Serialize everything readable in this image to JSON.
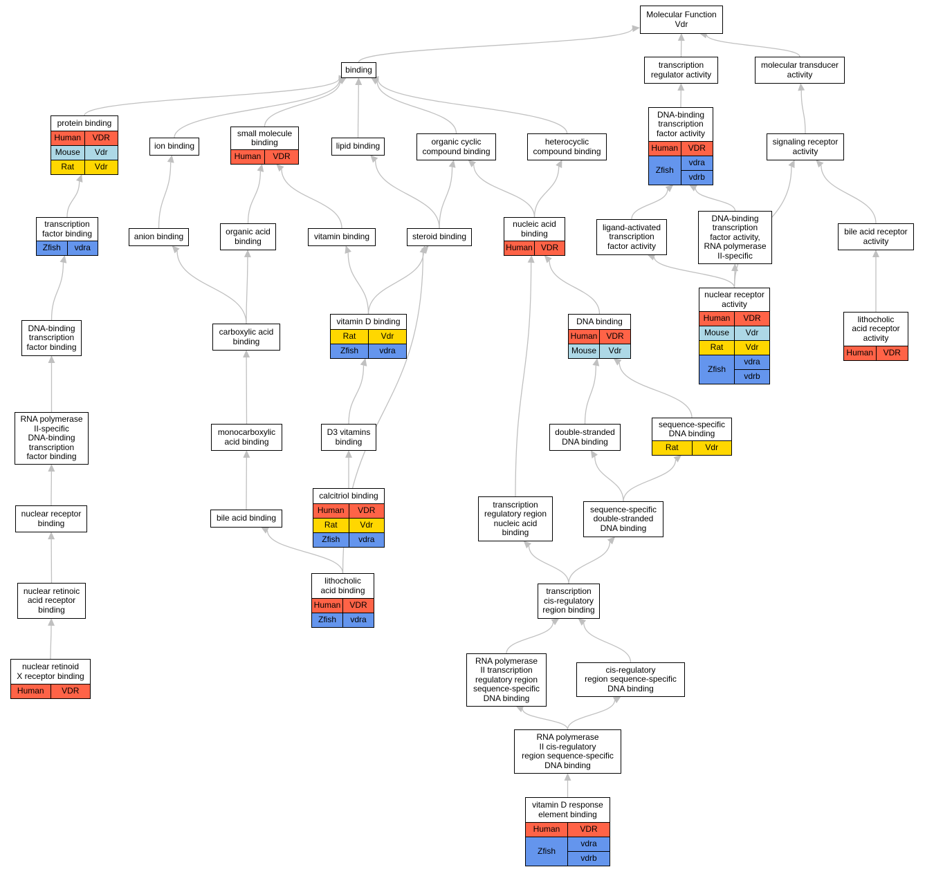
{
  "colors": {
    "Human": "#ff6347",
    "Mouse": "#add8e6",
    "Rat": "#ffd700",
    "Zfish": "#6495ed",
    "edge": "#c0c0c0"
  },
  "nodes": [
    {
      "id": "mf",
      "title": "Molecular Function\nVdr",
      "rows": []
    },
    {
      "id": "binding",
      "title": "binding",
      "rows": []
    },
    {
      "id": "tra",
      "title": "transcription\nregulator activity",
      "rows": []
    },
    {
      "id": "mta",
      "title": "molecular transducer\nactivity",
      "rows": []
    },
    {
      "id": "protein",
      "title": "protein binding",
      "rows": [
        {
          "sp": "Human",
          "genes": [
            "VDR"
          ]
        },
        {
          "sp": "Mouse",
          "genes": [
            "Vdr"
          ]
        },
        {
          "sp": "Rat",
          "genes": [
            "Vdr"
          ]
        }
      ]
    },
    {
      "id": "ion",
      "title": "ion binding",
      "rows": []
    },
    {
      "id": "smallmol",
      "title": "small molecule\nbinding",
      "rows": [
        {
          "sp": "Human",
          "genes": [
            "VDR"
          ]
        }
      ]
    },
    {
      "id": "lipid",
      "title": "lipid binding",
      "rows": []
    },
    {
      "id": "orgcyc",
      "title": "organic cyclic\ncompound binding",
      "rows": []
    },
    {
      "id": "hetcyc",
      "title": "heterocyclic\ncompound binding",
      "rows": []
    },
    {
      "id": "dbtfa",
      "title": "DNA-binding\ntranscription\nfactor activity",
      "rows": [
        {
          "sp": "Human",
          "genes": [
            "VDR"
          ]
        },
        {
          "sp": "Zfish",
          "genes": [
            "vdra",
            "vdrb"
          ]
        }
      ]
    },
    {
      "id": "sra",
      "title": "signaling receptor\nactivity",
      "rows": []
    },
    {
      "id": "tfb",
      "title": "transcription\nfactor binding",
      "rows": [
        {
          "sp": "Zfish",
          "genes": [
            "vdra"
          ]
        }
      ]
    },
    {
      "id": "anion",
      "title": "anion binding",
      "rows": []
    },
    {
      "id": "orgacid",
      "title": "organic acid\nbinding",
      "rows": []
    },
    {
      "id": "vitamin",
      "title": "vitamin binding",
      "rows": []
    },
    {
      "id": "steroid",
      "title": "steroid binding",
      "rows": []
    },
    {
      "id": "nucacid",
      "title": "nucleic acid\nbinding",
      "rows": [
        {
          "sp": "Human",
          "genes": [
            "VDR"
          ]
        }
      ]
    },
    {
      "id": "latfa",
      "title": "ligand-activated\ntranscription\nfactor activity",
      "rows": []
    },
    {
      "id": "dbtfapol",
      "title": "DNA-binding\ntranscription\nfactor activity,\nRNA polymerase\nII-specific",
      "rows": []
    },
    {
      "id": "bara",
      "title": "bile acid receptor\nactivity",
      "rows": []
    },
    {
      "id": "dbtfb",
      "title": "DNA-binding\ntranscription\nfactor binding",
      "rows": []
    },
    {
      "id": "carbox",
      "title": "carboxylic acid\nbinding",
      "rows": []
    },
    {
      "id": "vitd",
      "title": "vitamin D binding",
      "rows": [
        {
          "sp": "Rat",
          "genes": [
            "Vdr"
          ]
        },
        {
          "sp": "Zfish",
          "genes": [
            "vdra"
          ]
        }
      ]
    },
    {
      "id": "dna",
      "title": "DNA binding",
      "rows": [
        {
          "sp": "Human",
          "genes": [
            "VDR"
          ]
        },
        {
          "sp": "Mouse",
          "genes": [
            "Vdr"
          ]
        }
      ]
    },
    {
      "id": "nra",
      "title": "nuclear receptor\nactivity",
      "rows": [
        {
          "sp": "Human",
          "genes": [
            "VDR"
          ]
        },
        {
          "sp": "Mouse",
          "genes": [
            "Vdr"
          ]
        },
        {
          "sp": "Rat",
          "genes": [
            "Vdr"
          ]
        },
        {
          "sp": "Zfish",
          "genes": [
            "vdra",
            "vdrb"
          ]
        }
      ]
    },
    {
      "id": "lcara",
      "title": "lithocholic\nacid receptor\nactivity",
      "rows": [
        {
          "sp": "Human",
          "genes": [
            "VDR"
          ]
        }
      ]
    },
    {
      "id": "rnapol2",
      "title": "RNA polymerase\nII-specific\nDNA-binding\ntranscription\nfactor binding",
      "rows": []
    },
    {
      "id": "monocarb",
      "title": "monocarboxylic\nacid binding",
      "rows": []
    },
    {
      "id": "d3",
      "title": "D3 vitamins\nbinding",
      "rows": []
    },
    {
      "id": "dsdna",
      "title": "double-stranded\nDNA binding",
      "rows": []
    },
    {
      "id": "ssdna",
      "title": "sequence-specific\nDNA binding",
      "rows": [
        {
          "sp": "Rat",
          "genes": [
            "Vdr"
          ]
        }
      ]
    },
    {
      "id": "calcitriol",
      "title": "calcitriol binding",
      "rows": [
        {
          "sp": "Human",
          "genes": [
            "VDR"
          ]
        },
        {
          "sp": "Rat",
          "genes": [
            "Vdr"
          ]
        },
        {
          "sp": "Zfish",
          "genes": [
            "vdra"
          ]
        }
      ]
    },
    {
      "id": "nrb",
      "title": "nuclear receptor\nbinding",
      "rows": []
    },
    {
      "id": "bileacid",
      "title": "bile acid binding",
      "rows": []
    },
    {
      "id": "trrna",
      "title": "transcription\nregulatory region\nnucleic acid\nbinding",
      "rows": []
    },
    {
      "id": "ssds",
      "title": "sequence-specific\ndouble-stranded\nDNA binding",
      "rows": []
    },
    {
      "id": "lithob",
      "title": "lithocholic\nacid binding",
      "rows": [
        {
          "sp": "Human",
          "genes": [
            "VDR"
          ]
        },
        {
          "sp": "Zfish",
          "genes": [
            "vdra"
          ]
        }
      ]
    },
    {
      "id": "nrarb",
      "title": "nuclear retinoic\nacid receptor\nbinding",
      "rows": []
    },
    {
      "id": "tcrrb",
      "title": "transcription\ncis-regulatory\nregion binding",
      "rows": []
    },
    {
      "id": "nrxrb",
      "title": "nuclear retinoid\nX receptor binding",
      "rows": [
        {
          "sp": "Human",
          "genes": [
            "VDR"
          ]
        }
      ]
    },
    {
      "id": "rnapol2trr",
      "title": "RNA polymerase\nII transcription\nregulatory region\nsequence-specific\nDNA binding",
      "rows": []
    },
    {
      "id": "crrss",
      "title": "cis-regulatory\nregion sequence-specific\nDNA binding",
      "rows": []
    },
    {
      "id": "rnapol2cis",
      "title": "RNA polymerase\nII cis-regulatory\nregion sequence-specific\nDNA binding",
      "rows": []
    },
    {
      "id": "vdre",
      "title": "vitamin D response\nelement binding",
      "rows": [
        {
          "sp": "Human",
          "genes": [
            "VDR"
          ]
        },
        {
          "sp": "Zfish",
          "genes": [
            "vdra",
            "vdrb"
          ]
        }
      ]
    }
  ],
  "edges": [
    [
      "binding",
      "mf"
    ],
    [
      "tra",
      "mf"
    ],
    [
      "mta",
      "mf"
    ],
    [
      "protein",
      "binding"
    ],
    [
      "ion",
      "binding"
    ],
    [
      "smallmol",
      "binding"
    ],
    [
      "lipid",
      "binding"
    ],
    [
      "orgcyc",
      "binding"
    ],
    [
      "hetcyc",
      "binding"
    ],
    [
      "dbtfa",
      "tra"
    ],
    [
      "sra",
      "mta"
    ],
    [
      "tfb",
      "protein"
    ],
    [
      "anion",
      "ion"
    ],
    [
      "orgacid",
      "smallmol"
    ],
    [
      "vitamin",
      "smallmol"
    ],
    [
      "steroid",
      "lipid"
    ],
    [
      "steroid",
      "orgcyc"
    ],
    [
      "nucacid",
      "orgcyc"
    ],
    [
      "nucacid",
      "hetcyc"
    ],
    [
      "latfa",
      "dbtfa"
    ],
    [
      "dbtfapol",
      "dbtfa"
    ],
    [
      "bara",
      "sra"
    ],
    [
      "dbtfb",
      "tfb"
    ],
    [
      "carbox",
      "anion"
    ],
    [
      "carbox",
      "orgacid"
    ],
    [
      "vitd",
      "vitamin"
    ],
    [
      "vitd",
      "steroid"
    ],
    [
      "dna",
      "nucacid"
    ],
    [
      "nra",
      "latfa"
    ],
    [
      "nra",
      "dbtfapol"
    ],
    [
      "nra",
      "sra"
    ],
    [
      "lcara",
      "bara"
    ],
    [
      "rnapol2",
      "dbtfb"
    ],
    [
      "monocarb",
      "carbox"
    ],
    [
      "d3",
      "vitd"
    ],
    [
      "dsdna",
      "dna"
    ],
    [
      "ssdna",
      "dna"
    ],
    [
      "calcitriol",
      "d3"
    ],
    [
      "nrb",
      "rnapol2"
    ],
    [
      "bileacid",
      "monocarb"
    ],
    [
      "trrna",
      "nucacid"
    ],
    [
      "ssds",
      "dsdna"
    ],
    [
      "ssds",
      "ssdna"
    ],
    [
      "lithob",
      "bileacid"
    ],
    [
      "lithob",
      "steroid"
    ],
    [
      "nrarb",
      "nrb"
    ],
    [
      "tcrrb",
      "trrna"
    ],
    [
      "tcrrb",
      "ssds"
    ],
    [
      "nrxrb",
      "nrarb"
    ],
    [
      "rnapol2trr",
      "tcrrb"
    ],
    [
      "crrss",
      "tcrrb"
    ],
    [
      "rnapol2cis",
      "rnapol2trr"
    ],
    [
      "rnapol2cis",
      "crrss"
    ],
    [
      "vdre",
      "rnapol2cis"
    ]
  ]
}
